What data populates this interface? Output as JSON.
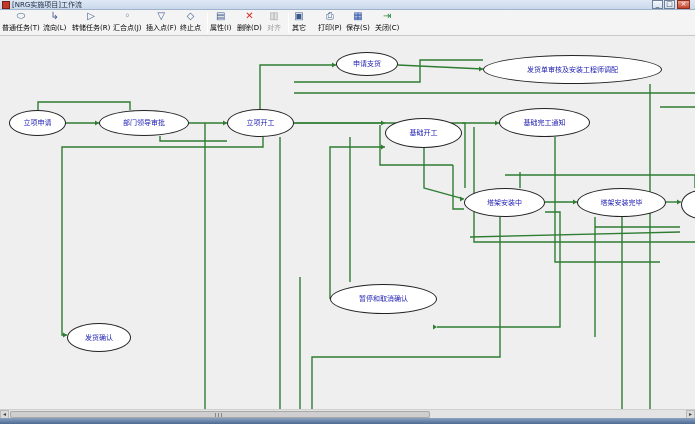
{
  "window": {
    "title": "[NRG实施项目]工作流",
    "minimize_label": "_",
    "maximize_label": "□",
    "close_label": "×"
  },
  "toolbar": {
    "items": [
      {
        "label": "普通任务(T)",
        "icon": "ellipse-icon",
        "glyph": "⬭",
        "enabled": true
      },
      {
        "label": "流向(L)",
        "icon": "flow-arrow-icon",
        "glyph": "↳",
        "enabled": true
      },
      {
        "label": "转储任务(R)",
        "icon": "transfer-task-icon",
        "glyph": "▷",
        "enabled": true
      },
      {
        "label": "汇合点(J)",
        "icon": "join-point-icon",
        "glyph": "◦",
        "enabled": true
      },
      {
        "label": "插入点(F)",
        "icon": "insert-point-icon",
        "glyph": "▽",
        "enabled": true
      },
      {
        "label": "终止点",
        "icon": "end-point-icon",
        "glyph": "◇",
        "enabled": true
      },
      {
        "label": "属性(I)",
        "icon": "properties-icon",
        "glyph": "▤",
        "enabled": true
      },
      {
        "label": "删除(D)",
        "icon": "delete-icon",
        "glyph": "✕",
        "enabled": true
      },
      {
        "label": "对齐",
        "icon": "align-icon",
        "glyph": "▥",
        "enabled": false
      },
      {
        "label": "其它",
        "icon": "other-icon",
        "glyph": "▣",
        "enabled": true
      },
      {
        "label": "打印(P)",
        "icon": "print-icon",
        "glyph": "⎙",
        "enabled": true
      },
      {
        "label": "保存(S)",
        "icon": "save-icon",
        "glyph": "▦",
        "enabled": true
      },
      {
        "label": "关闭(C)",
        "icon": "close-door-icon",
        "glyph": "⇥",
        "enabled": true
      }
    ],
    "colors": {
      "delete": "#d22b1f",
      "save": "#2a4fa8",
      "close": "#2b8a3e",
      "default": "#3a5a8c"
    }
  },
  "workflow": {
    "link_color": "#2e7d32",
    "nodes": [
      {
        "id": "n1",
        "label": "立项申请"
      },
      {
        "id": "n2",
        "label": "部门领导审批"
      },
      {
        "id": "n3",
        "label": "立项开工"
      },
      {
        "id": "n4",
        "label": "申请支货"
      },
      {
        "id": "n5",
        "label": "发货单审核及安装工程师调配"
      },
      {
        "id": "n6",
        "label": "基础开工"
      },
      {
        "id": "n7",
        "label": "基础完工通知"
      },
      {
        "id": "n8",
        "label": "塔架安装中"
      },
      {
        "id": "n9",
        "label": "塔架安装完毕"
      },
      {
        "id": "n10",
        "label": "暂停和取消确认"
      },
      {
        "id": "n11",
        "label": "发货确认"
      },
      {
        "id": "n12",
        "label": ""
      }
    ]
  },
  "scrollbar": {
    "left_arrow": "◂",
    "right_arrow": "▸"
  }
}
